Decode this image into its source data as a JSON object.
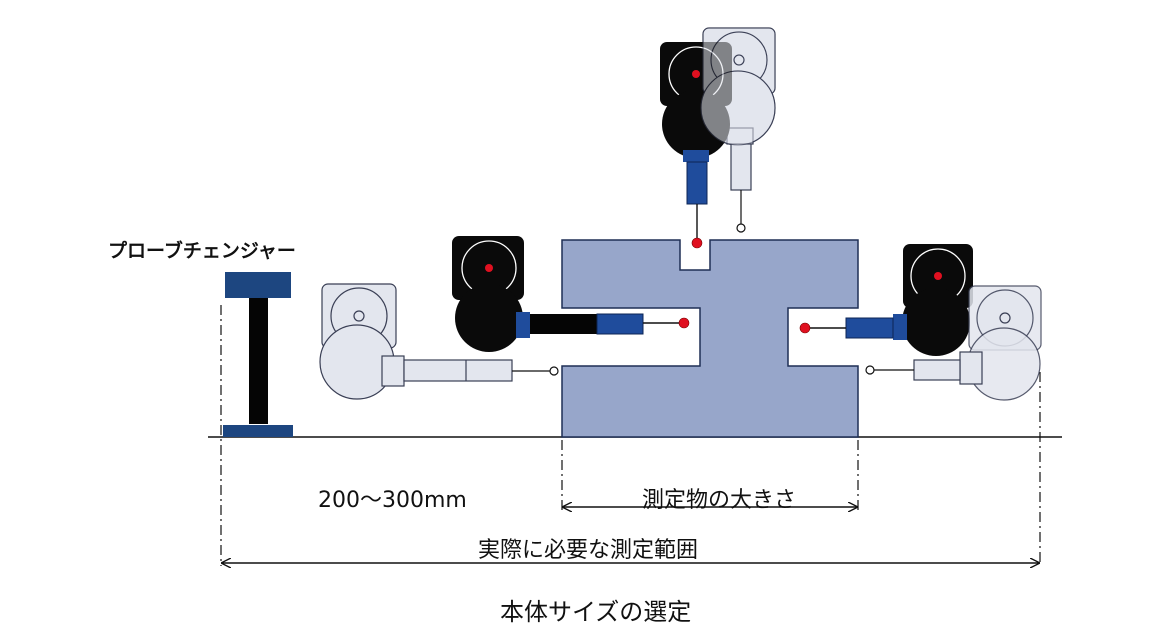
{
  "labels": {
    "probe_changer": "プローブチェンジャー",
    "range_small": "200～300mm",
    "object_size": "測定物の大きさ",
    "measuring_range": "実際に必要な測定範囲",
    "caption": "本体サイズの選定"
  },
  "colors": {
    "workpiece": "#97a6ca",
    "probe_body": "#0a0a0a",
    "probe_stylus": "#1f4c9c",
    "probe_ghost": "#e3e6ee",
    "tip": "#e01020",
    "changer": "#1d4680"
  }
}
